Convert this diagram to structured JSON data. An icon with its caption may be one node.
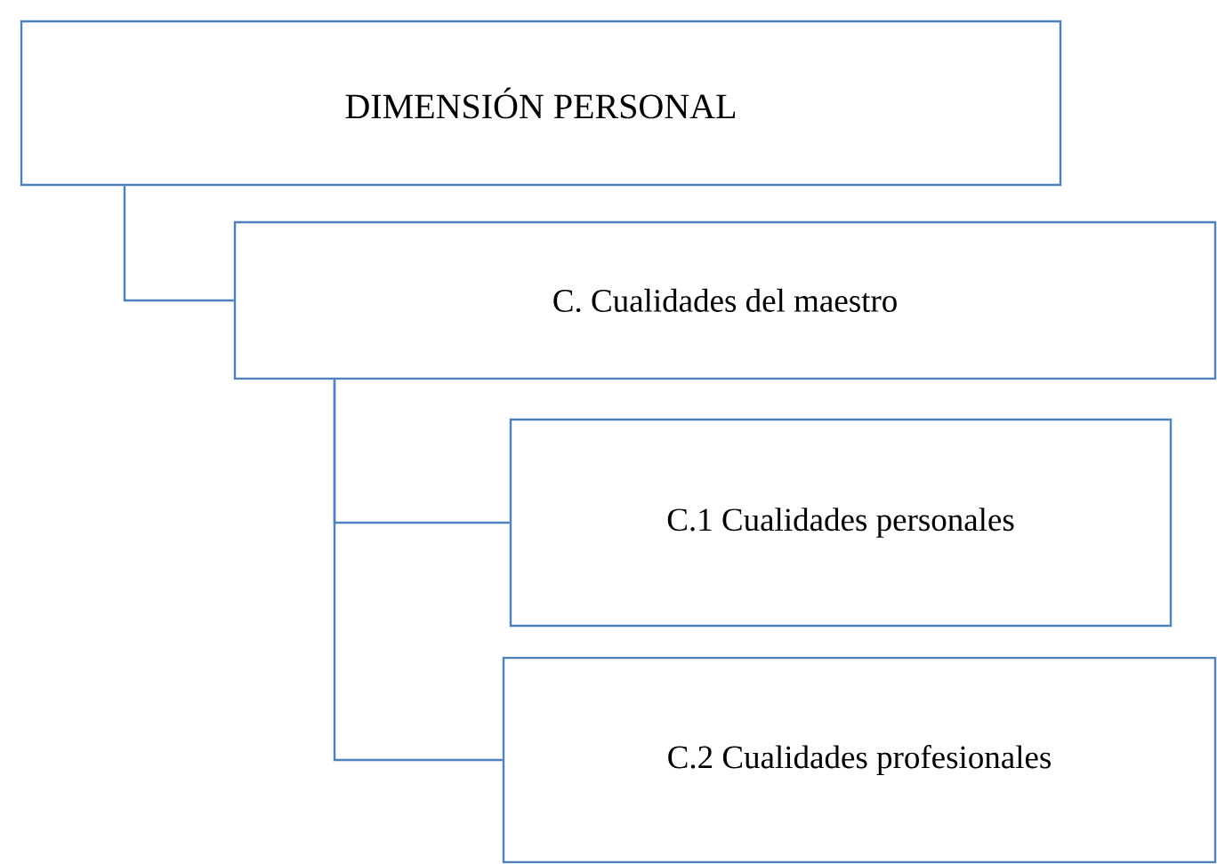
{
  "diagram": {
    "nodes": [
      {
        "text": [
          "DIMENSIÓN PERSONAL"
        ]
      },
      {
        "text": [
          "C. Cualidades del maestro"
        ]
      },
      {
        "text": [
          "C.1 Cualidades personales"
        ]
      },
      {
        "text": [
          "C.2 Cualidades  profesionales"
        ]
      }
    ],
    "edges": [
      {
        "from": 0,
        "to": 1,
        "arrow": "none"
      },
      {
        "from": 1,
        "to": 2,
        "arrow": "none"
      },
      {
        "from": 1,
        "to": 3,
        "arrow": "none"
      }
    ]
  }
}
